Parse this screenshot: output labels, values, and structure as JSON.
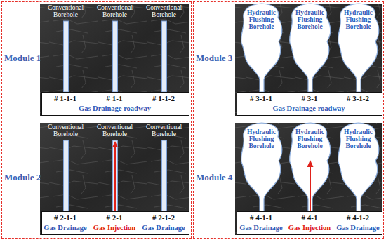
{
  "diagram": {
    "nodes": [
      {
        "text": [
          "Module 1"
        ]
      },
      {
        "text": [
          "Conventional Borehole"
        ],
        "in": 0
      },
      {
        "text": [
          "Conventional Borehole"
        ],
        "in": 0
      },
      {
        "text": [
          "Conventional Borehole"
        ],
        "in": 0
      },
      {
        "text": [
          "# 1-1-1",
          "# 1-1",
          "# 1-1-2",
          "Gas Drainage roadway"
        ],
        "in": 0
      },
      {
        "text": [
          "Module 3"
        ]
      },
      {
        "text": [
          "Hydraulic Flushing Borehole"
        ],
        "in": 5
      },
      {
        "text": [
          "Hydraulic Flushing Borehole"
        ],
        "in": 5
      },
      {
        "text": [
          "Hydraulic Flushing Borehole"
        ],
        "in": 5
      },
      {
        "text": [
          "# 3-1-1",
          "# 3-1",
          "# 3-1-2",
          "Gas Drainage roadway"
        ],
        "in": 5
      },
      {
        "text": [
          "Module 2"
        ]
      },
      {
        "text": [
          "Conventional Borehole"
        ],
        "in": 10
      },
      {
        "text": [
          "Conventional Borehole"
        ],
        "in": 10
      },
      {
        "text": [
          "Conventional Borehole"
        ],
        "in": 10
      },
      {
        "text": [
          "# 2-1-1",
          "# 2-1",
          "# 2-1-2",
          "Gas Drainage",
          "Gas Injection",
          "Gas Drainage"
        ],
        "in": 10
      },
      {
        "text": [
          "Module 4"
        ]
      },
      {
        "text": [
          "Hydraulic Flushing Borehole"
        ],
        "in": 15
      },
      {
        "text": [
          "Hydraulic Flushing Borehole"
        ],
        "in": 15
      },
      {
        "text": [
          "Hydraulic Flushing Borehole"
        ],
        "in": 15
      },
      {
        "text": [
          "# 4-1-1",
          "# 4-1",
          "# 4-1-2",
          "Gas Drainage",
          "Gas Injection",
          "Gas Drainage"
        ],
        "in": 15
      }
    ]
  }
}
